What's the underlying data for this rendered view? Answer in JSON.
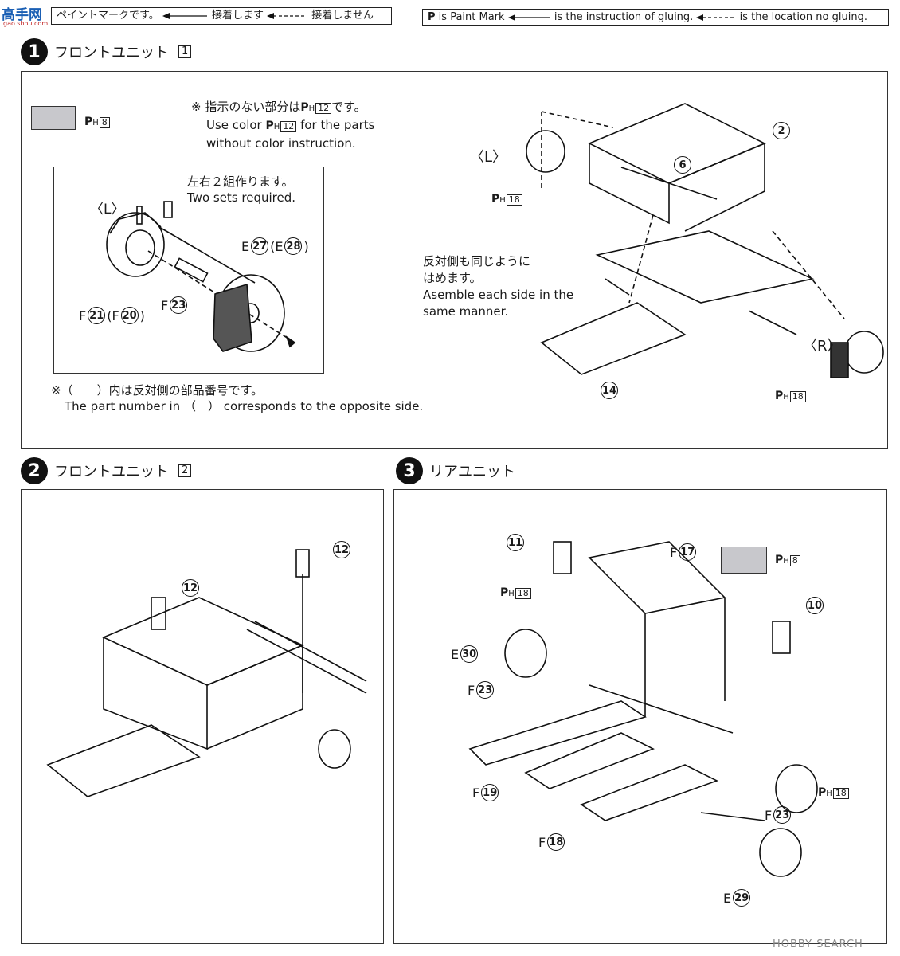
{
  "watermark": {
    "top_left": "高手网",
    "top_left_url": "gao.shou.com",
    "bottom_right": "HOBBY SEARCH"
  },
  "legend_jp": {
    "paint": "ペイントマークです。",
    "glue": "接着します",
    "no_glue": "接着しません"
  },
  "legend_en": {
    "paint": "is Paint Mark",
    "glue": "is the instruction of gluing.",
    "no_glue": "is the location no gluing."
  },
  "step1": {
    "number": "1",
    "title": "フロントユニット",
    "title_sub": "1",
    "color_code": "8",
    "note_jp": "※ 指示のない部分は",
    "note_jp_code": "12",
    "note_jp_tail": "です。",
    "note_en_1": "Use color",
    "note_en_code": "12",
    "note_en_1b": "for the parts",
    "note_en_2": "without color instruction.",
    "inset": {
      "label_jp": "左右２組作ります。",
      "label_en": "Two sets required.",
      "side": "〈L〉",
      "parts": [
        "E",
        "27",
        "(E",
        "28",
        ")",
        "F",
        "23",
        "F",
        "21",
        "(F",
        "20",
        ")"
      ]
    },
    "footnote_jp": "※（　　）内は反対側の部品番号です。",
    "footnote_en": "The part number in （　） corresponds to the opposite side.",
    "side_L": "〈L〉",
    "side_R": "〈R〉",
    "code_L": "18",
    "code_R": "18",
    "mirror_jp_1": "反対側も同じように",
    "mirror_jp_2": "はめます。",
    "mirror_en_1": "Asemble each side in the",
    "mirror_en_2": "same manner.",
    "callouts": [
      "2",
      "6",
      "14"
    ]
  },
  "step2": {
    "number": "2",
    "title": "フロントユニット",
    "title_sub": "2",
    "callouts": [
      "12",
      "12"
    ]
  },
  "step3": {
    "number": "3",
    "title": "リアユニット",
    "color_code": "8",
    "code_a": "18",
    "code_b": "18",
    "parts": {
      "p11": "11",
      "p17": "17",
      "p10": "10",
      "p30": "30",
      "p23a": "23",
      "p19": "19",
      "p18": "18",
      "p23b": "23",
      "p29": "29"
    }
  },
  "colors": {
    "swatch": "#c8c8cc",
    "ink": "#1a1a1a"
  }
}
